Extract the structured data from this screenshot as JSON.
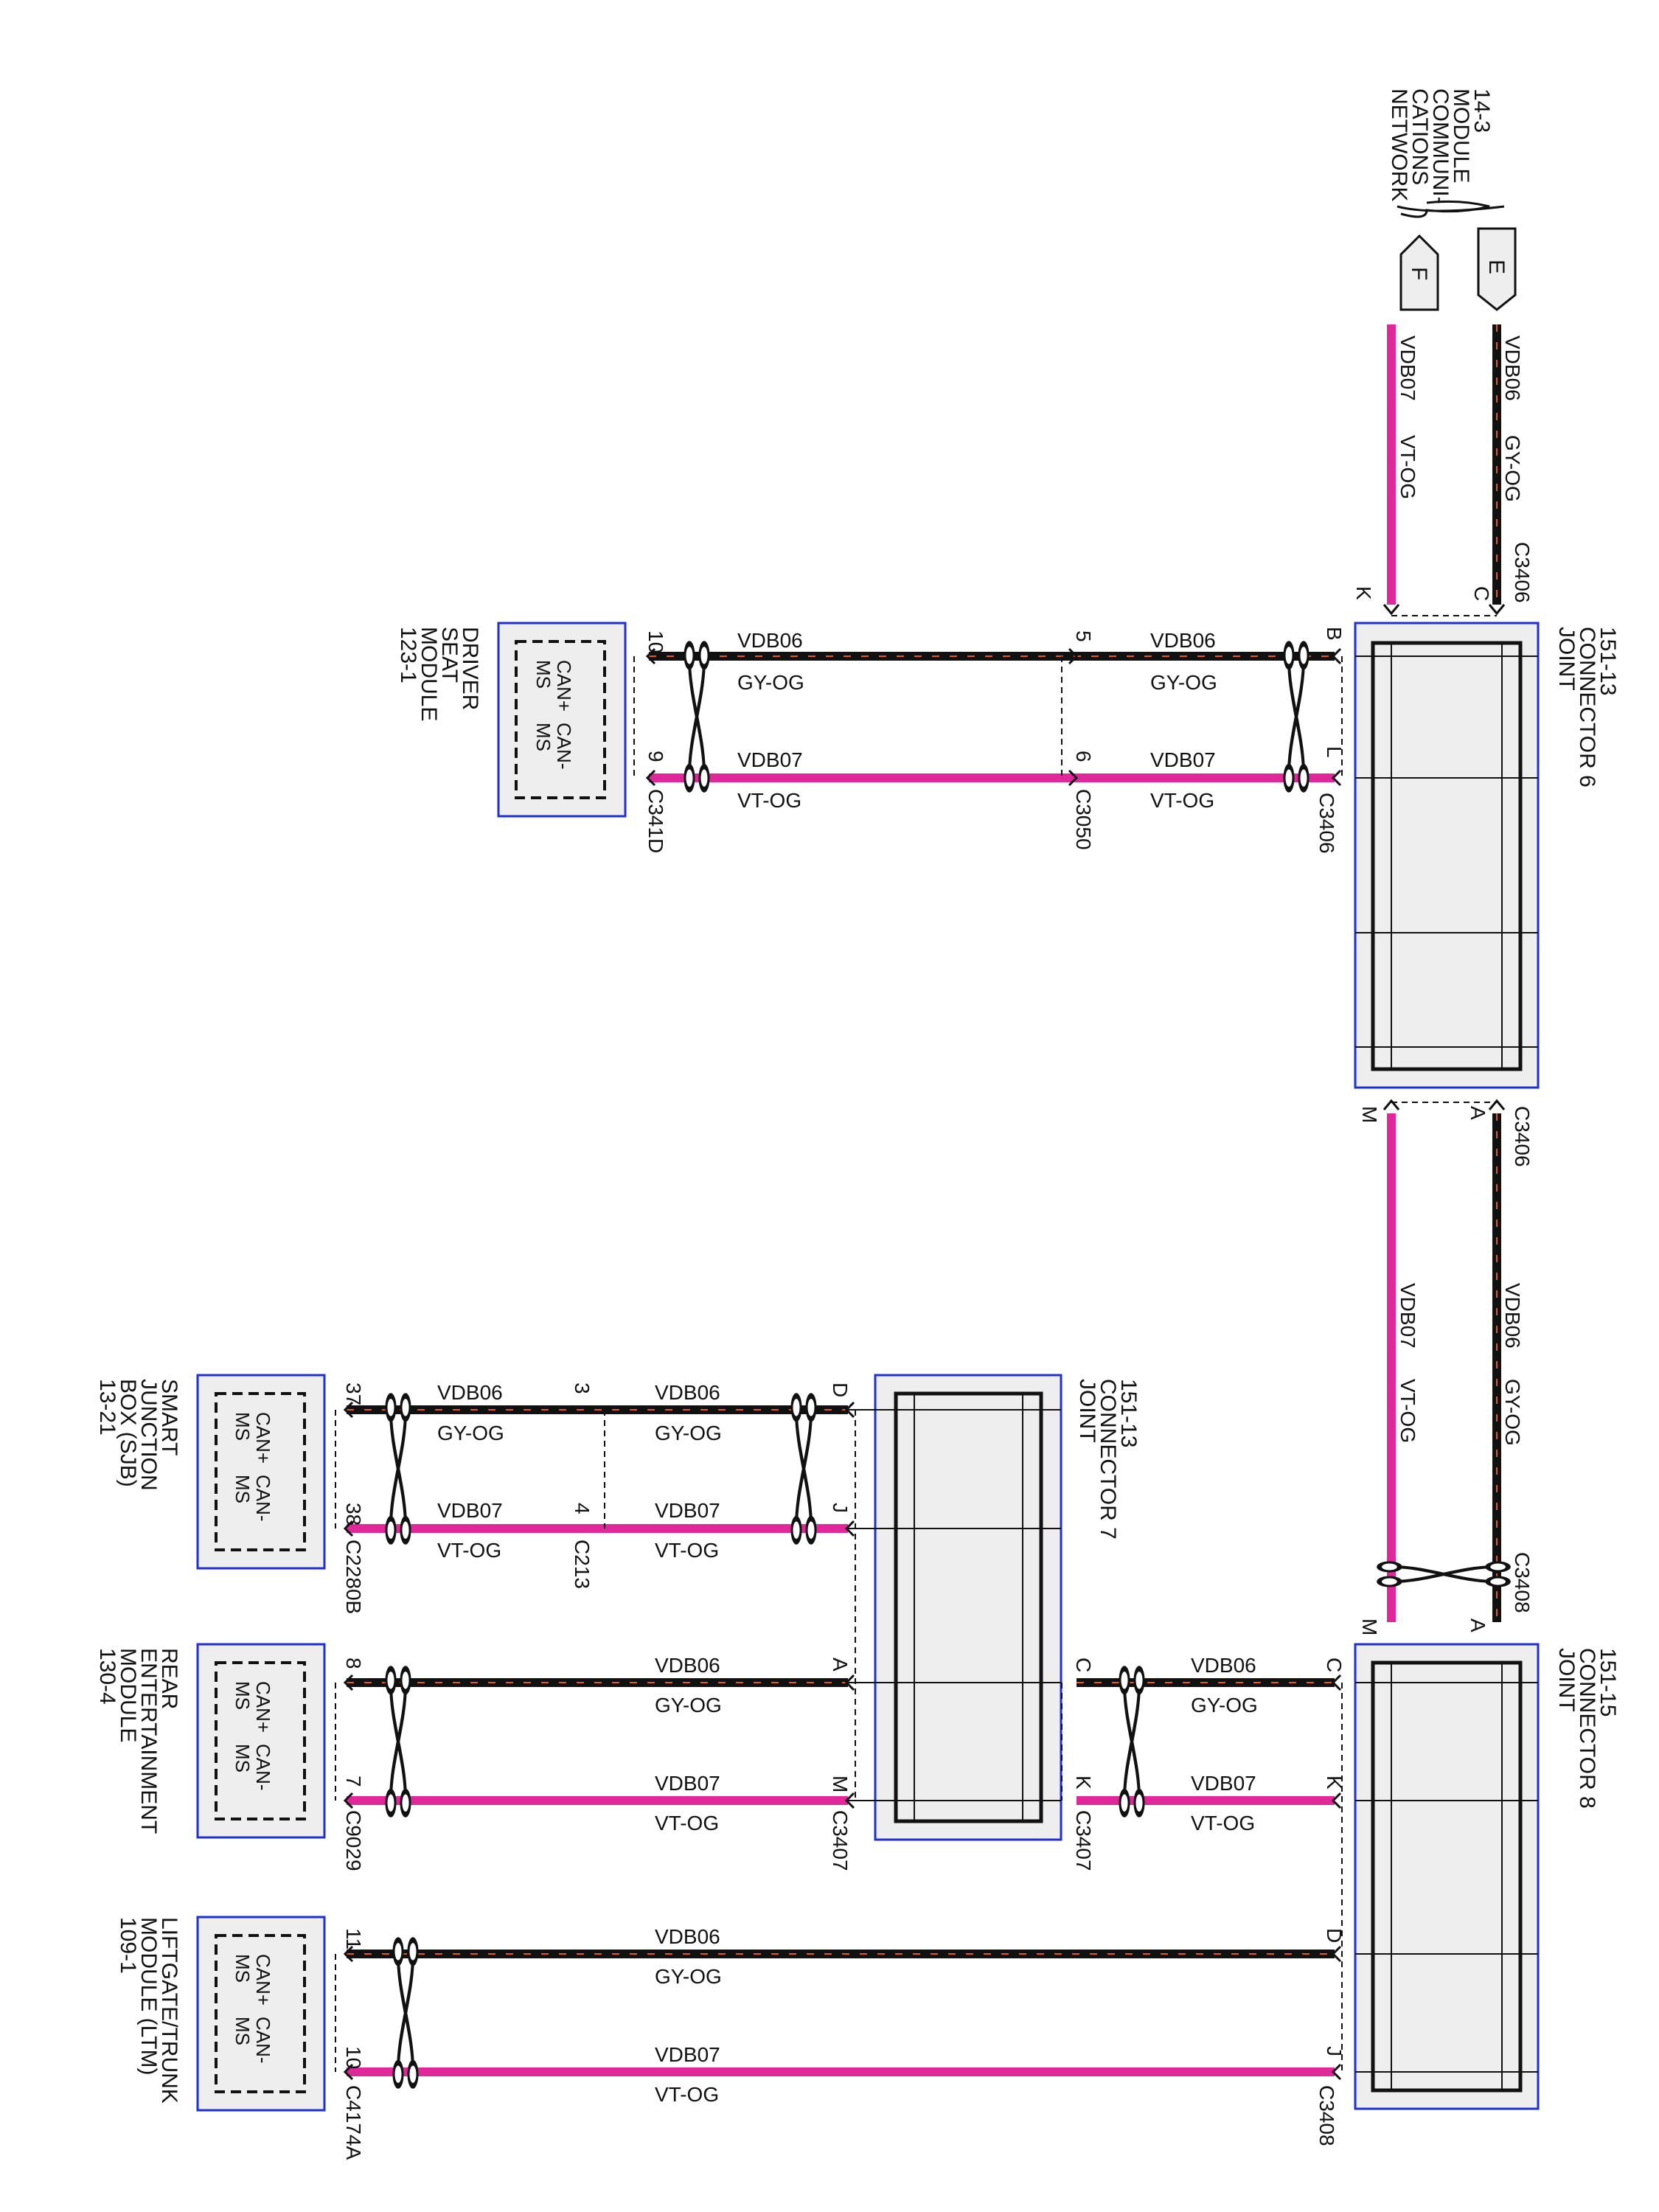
{
  "network_ref": {
    "lines": [
      "14-3",
      "MODULE",
      "COMMUNI-",
      "CATIONS",
      "NETWORK"
    ]
  },
  "wire_labels": {
    "vdb06": "VDB06",
    "vdb07": "VDB07",
    "gyog": "GY-OG",
    "vtog": "VT-OG"
  },
  "colors": {
    "wire_vdb06": "#111111",
    "wire_vdb06_stripe": "#e8590c",
    "wire_vdb07": "#e0289a",
    "module_border": "#1f2fd6",
    "module_fill": "#eeeeee"
  },
  "flags": {
    "e": "E",
    "f": "F"
  },
  "connectors": {
    "c3406": "C3406",
    "c341d": "C341D",
    "c3050": "C3050",
    "c3408": "C3408",
    "c3407": "C3407",
    "c2280b": "C2280B",
    "c213": "C213",
    "c9029": "C9029",
    "c4174a": "C4174A"
  },
  "pins": {
    "c": "C",
    "k": "K",
    "b": "B",
    "l": "L",
    "a": "A",
    "m": "M",
    "d": "D",
    "j": "J",
    "p10": "10",
    "p9": "9",
    "p5": "5",
    "p6": "6",
    "p37": "37",
    "p38": "38",
    "p3": "3",
    "p4": "4",
    "p8": "8",
    "p7": "7",
    "p11": "11"
  },
  "joints": {
    "jc6": [
      "JOINT",
      "CONNECTOR 6",
      "151-13"
    ],
    "jc7": [
      "JOINT",
      "CONNECTOR 7",
      "151-13"
    ],
    "jc8": [
      "JOINT",
      "CONNECTOR 8",
      "151-15"
    ]
  },
  "modules": {
    "can_labels": {
      "ms": "MS",
      "canp": "CAN+",
      "canm": "CAN-"
    },
    "dsm": [
      "DRIVER",
      "SEAT",
      "MODULE",
      "123-1"
    ],
    "sjb": [
      "SMART",
      "JUNCTION",
      "BOX (SJB)",
      "13-21"
    ],
    "rem": [
      "REAR",
      "ENTERTAINMENT",
      "MODULE",
      "130-4"
    ],
    "ltm": [
      "LIFTGATE/TRUNK",
      "MODULE (LTM)",
      "109-1"
    ]
  }
}
